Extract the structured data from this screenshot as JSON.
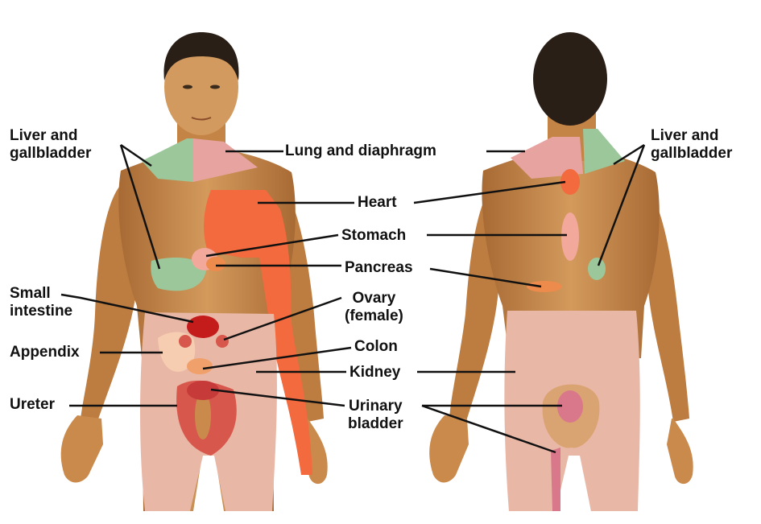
{
  "labels": {
    "liver_left": [
      "Liver and",
      "gallbladder"
    ],
    "liver_right": [
      "Liver and",
      "gallbladder"
    ],
    "lung": "Lung and diaphragm",
    "heart": "Heart",
    "stomach": "Stomach",
    "pancreas": "Pancreas",
    "small_intestine": [
      "Small",
      "intestine"
    ],
    "ovary": [
      "Ovary",
      "(female)"
    ],
    "appendix": "Appendix",
    "colon": "Colon",
    "kidney": "Kidney",
    "ureter": "Ureter",
    "urinary_bladder": [
      "Urinary",
      "bladder"
    ]
  },
  "colors": {
    "skin": "#c9894a",
    "skin_dark": "#a9672f",
    "hair": "#2a1f17",
    "liver_zone": "#9cc79a",
    "lung_zone": "#e7a3a0",
    "heart_zone": "#f26a3e",
    "pelvis_zone": "#e9b7a6",
    "small_intestine": "#c41b1b",
    "ureter_zone": "#d8574c",
    "pancreas_zone": "#ec8b4c",
    "stomach_zone": "#f2a89a",
    "appendix_zone": "#f6cdb0",
    "colon_zone": "#f0a06a"
  }
}
